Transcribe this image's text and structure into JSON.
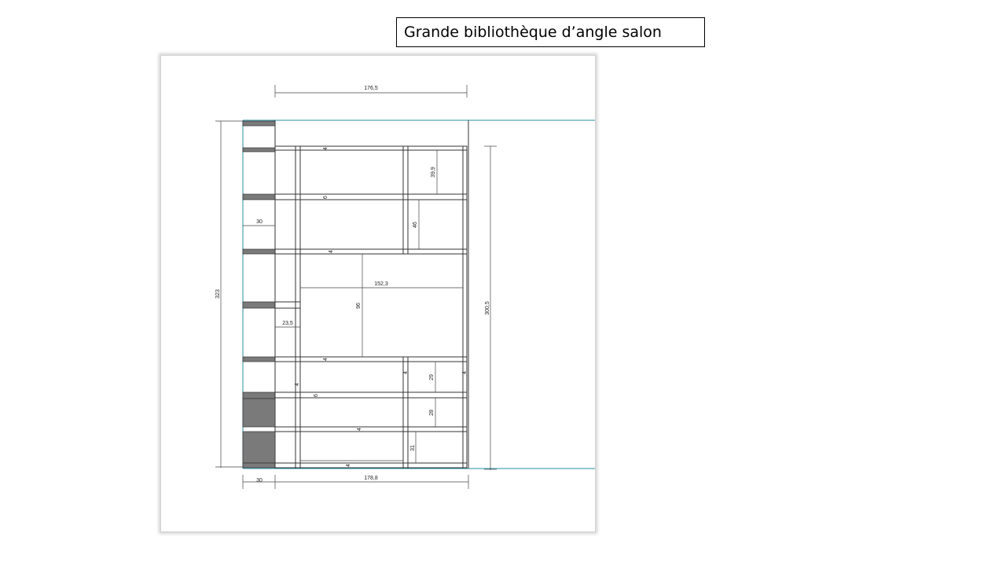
{
  "title": "Grande bibliothèque  d’angle salon",
  "dimensions": {
    "top_width": "176,5",
    "total_height": "323",
    "right_height": "300,5",
    "depth_left": "30",
    "shelf_inner_width": "152,3",
    "central_niche_height": "96",
    "short_shelf": "23,5",
    "upper_niche_height": "39,9",
    "mid_niche_height": "46",
    "low_niche_1": "29",
    "low_niche_2": "28",
    "low_niche_3": "31",
    "bottom_width": "178,8",
    "bottom_depth": "30",
    "thickness_a": "4",
    "thickness_b": "6",
    "thickness_c": "4",
    "thickness_d": "4",
    "thickness_e": "4",
    "thickness_f": "6",
    "thickness_g": "4",
    "thickness_h": "4",
    "thickness_i": "4",
    "thickness_j": "4"
  },
  "colors": {
    "line": "#333333",
    "guide": "#2a8fa0",
    "shade": "#7a7a7a"
  }
}
